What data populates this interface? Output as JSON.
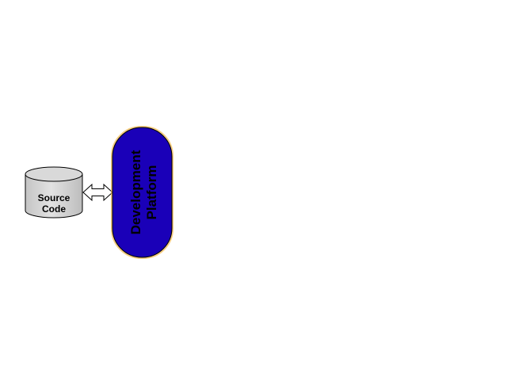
{
  "nodes": {
    "source_code": {
      "line1": "Source",
      "line2": "Code",
      "fill": "#d9d9d9",
      "stroke": "#000000"
    },
    "development_platform": {
      "line1": "Development",
      "line2": "Platform",
      "fill": "#1a00b8",
      "stroke": "#000000",
      "glow": "#f2b84b"
    }
  },
  "connectors": {
    "bidirectional_arrow": {
      "fill": "#ffffff",
      "stroke": "#000000"
    }
  }
}
